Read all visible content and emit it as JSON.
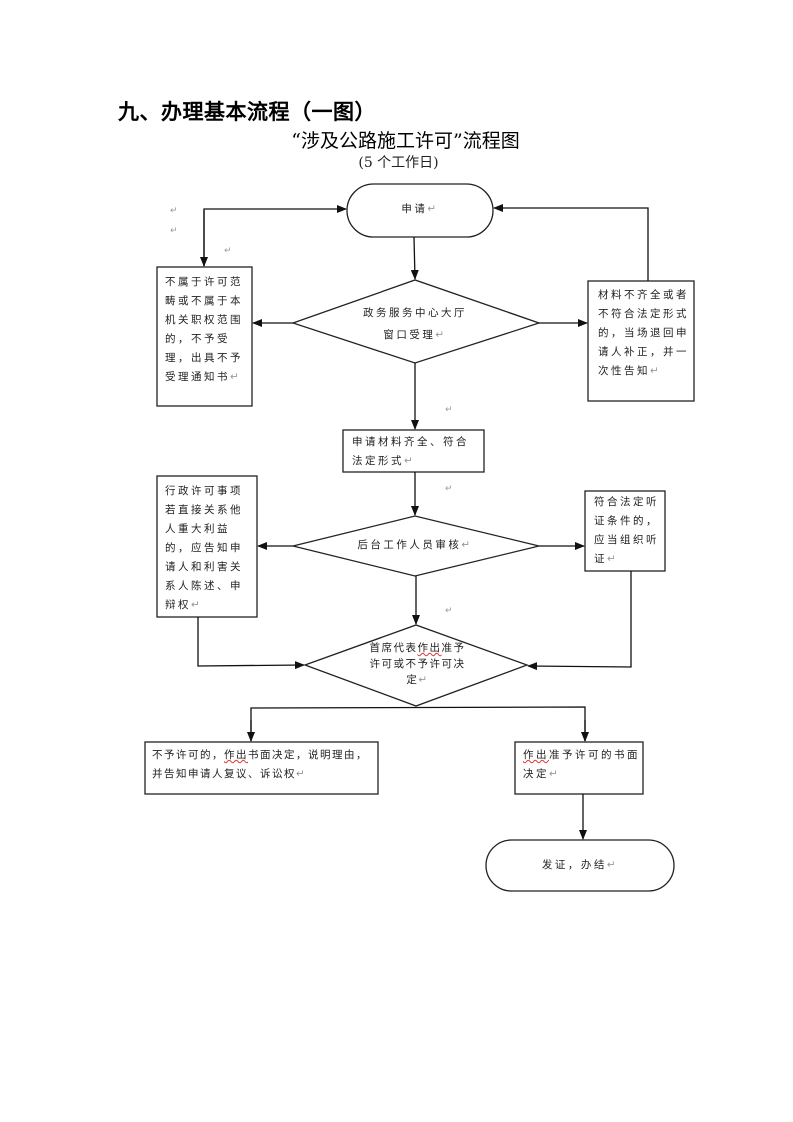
{
  "document": {
    "section_heading": "九、办理基本流程（一图）",
    "title": "“涉及公路施工许可”流程图",
    "subtitle": "(5 个工作日)"
  },
  "flowchart": {
    "nodes": {
      "apply": {
        "type": "terminal",
        "text": "申请"
      },
      "window_accept": {
        "type": "decision",
        "line1": "政务服务中心大厅",
        "line2": "窗口受理"
      },
      "not_in_scope": {
        "type": "process",
        "text": "不属于许可范畴或不属于本机关职权范围的，不予受理，出具不予受理通知书"
      },
      "materials_incomplete": {
        "type": "process",
        "text": "材料不齐全或者不符合法定形式的，当场退回申请人补正，并一次性告知"
      },
      "materials_complete": {
        "type": "process",
        "text": "申请材料齐全、符合法定形式"
      },
      "backoffice_review": {
        "type": "decision",
        "text": "后台工作人员审核"
      },
      "major_interest": {
        "type": "process",
        "text": "行政许可事项若直接关系他人重大利益的，应告知申请人和利害关系人陈述、申辩权"
      },
      "hearing": {
        "type": "process",
        "text": "符合法定听证条件的，应当组织听证"
      },
      "chief_decision": {
        "type": "decision",
        "line1_pre": "首席代表",
        "line1_mark": "作出",
        "line1_post": "准予",
        "line2": "许可或不予许可决",
        "line3": "定"
      },
      "denied": {
        "type": "process",
        "pre": "不予许可的，",
        "mark": "作出",
        "post": "书面决定，说明理由，并告知申请人复议、诉讼权"
      },
      "approved": {
        "type": "process",
        "mark": "作出",
        "post": "准予许可的书面决定"
      },
      "issue_certificate": {
        "type": "terminal",
        "text": "发证，办结"
      }
    },
    "edges": [
      {
        "from": "apply",
        "to": "window_accept"
      },
      {
        "from": "window_accept",
        "to": "not_in_scope"
      },
      {
        "from": "window_accept",
        "to": "materials_incomplete"
      },
      {
        "from": "not_in_scope",
        "to": "apply"
      },
      {
        "from": "materials_incomplete",
        "to": "apply"
      },
      {
        "from": "window_accept",
        "to": "materials_complete"
      },
      {
        "from": "materials_complete",
        "to": "backoffice_review"
      },
      {
        "from": "backoffice_review",
        "to": "major_interest"
      },
      {
        "from": "backoffice_review",
        "to": "hearing"
      },
      {
        "from": "backoffice_review",
        "to": "chief_decision"
      },
      {
        "from": "major_interest",
        "to": "chief_decision"
      },
      {
        "from": "hearing",
        "to": "chief_decision"
      },
      {
        "from": "chief_decision",
        "to": "denied"
      },
      {
        "from": "chief_decision",
        "to": "approved"
      },
      {
        "from": "approved",
        "to": "issue_certificate"
      }
    ],
    "paragraph_mark": "↵"
  }
}
